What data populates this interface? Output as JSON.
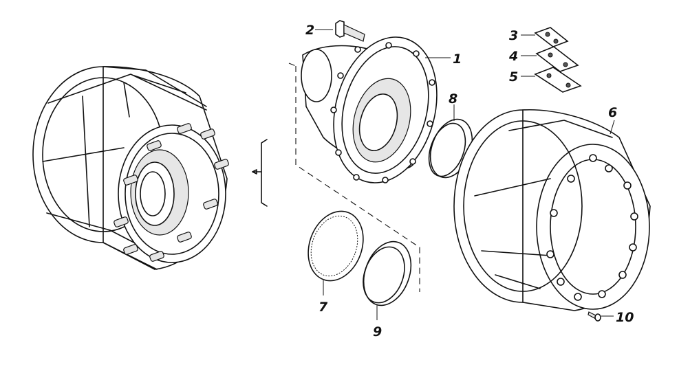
{
  "diagram": {
    "callouts": [
      {
        "id": "1",
        "text": "1"
      },
      {
        "id": "2",
        "text": "2"
      },
      {
        "id": "3",
        "text": "3"
      },
      {
        "id": "4",
        "text": "4"
      },
      {
        "id": "5",
        "text": "5"
      },
      {
        "id": "6",
        "text": "6"
      },
      {
        "id": "7",
        "text": "7"
      },
      {
        "id": "8",
        "text": "8"
      },
      {
        "id": "9",
        "text": "9"
      },
      {
        "id": "10",
        "text": "10"
      }
    ],
    "colors": {
      "line": "#111111",
      "fill": "#ffffff",
      "shade": "#e6e6e6"
    }
  }
}
